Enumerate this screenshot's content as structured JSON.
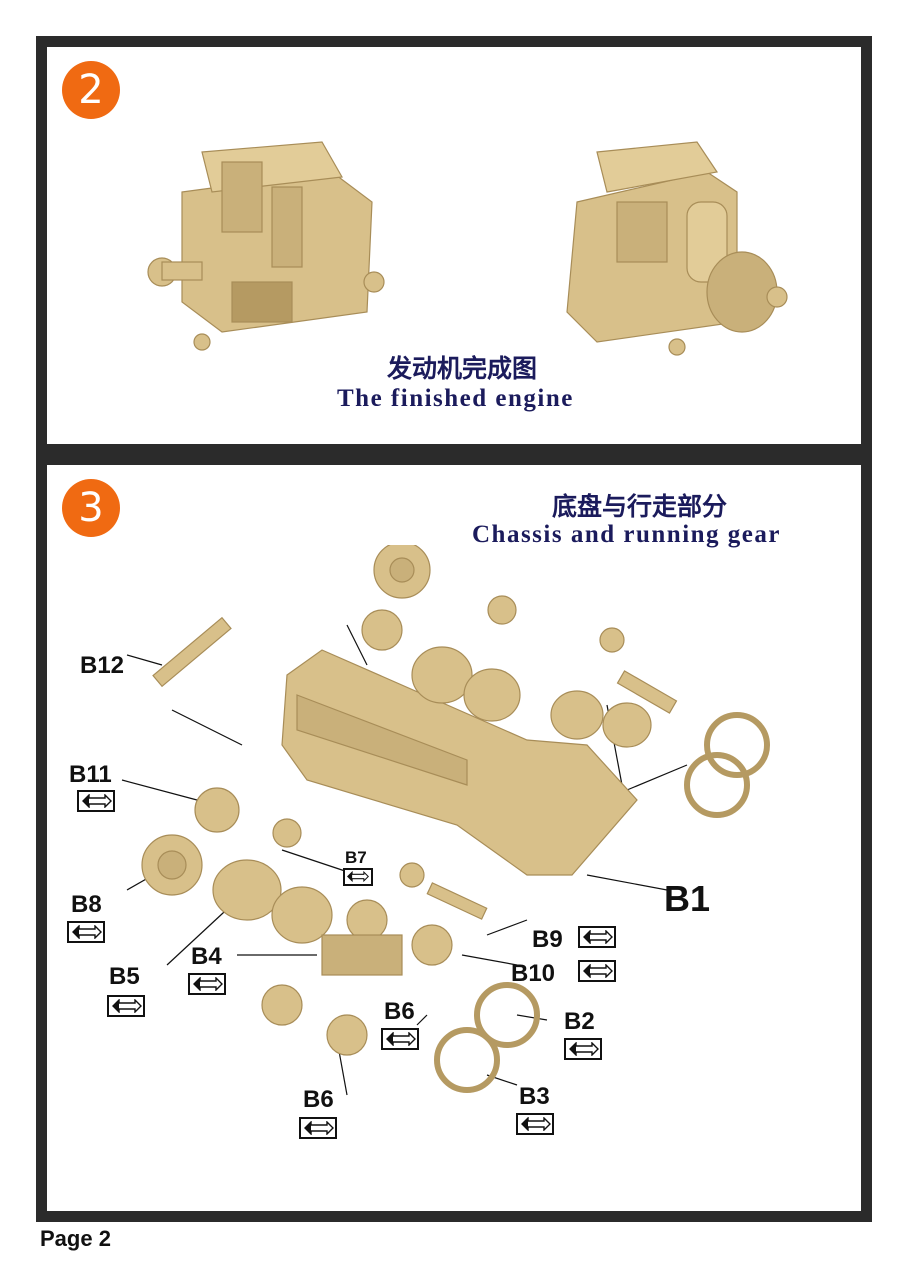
{
  "steps": [
    {
      "number": "2",
      "title_cn": "发动机完成图",
      "title_en": "The finished engine"
    },
    {
      "number": "3",
      "title_cn": "底盘与行走部分",
      "title_en": "Chassis and running gear"
    }
  ],
  "parts": {
    "b12": "B12",
    "b11": "B11",
    "b8": "B8",
    "b5": "B5",
    "b4": "B4",
    "b7": "B7",
    "b6a": "B6",
    "b6b": "B6",
    "b3": "B3",
    "b2": "B2",
    "b10": "B10",
    "b9": "B9",
    "b1": "B1"
  },
  "icons": {
    "pair_arrow": "double-arrow-icon"
  },
  "colors": {
    "part": "#d8c08a",
    "part_shade": "#b59a62",
    "accent": "#f06a12",
    "title": "#1b1b5c",
    "frame": "#2b2b2b"
  },
  "footer": {
    "page": "Page 2"
  }
}
